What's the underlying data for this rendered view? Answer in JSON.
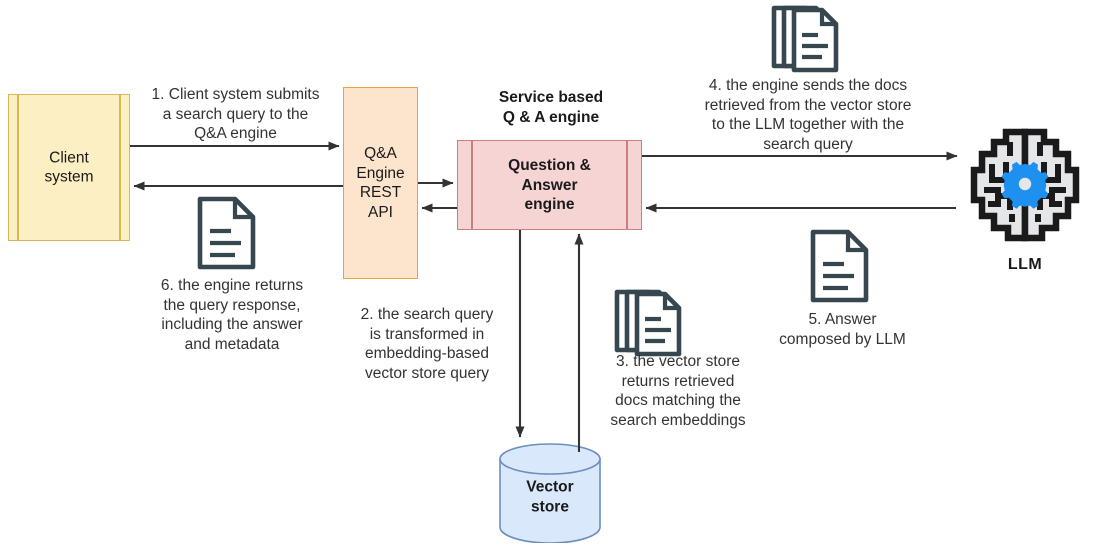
{
  "diagram": {
    "title": "Service based Q & A engine RAG flow",
    "colors": {
      "client_fill": "#fcefc4",
      "client_stroke": "#d6b656",
      "rest_fill": "#fde4cd",
      "rest_stroke": "#e8a33d",
      "engine_fill": "#f5d4d3",
      "engine_stroke": "#c9807e",
      "store_fill": "#dae8fc",
      "store_stroke": "#6c8ebf",
      "doc_stroke": "#37474f",
      "brain_fill": "#e4e6ea",
      "brain_stroke": "#1a1a1a",
      "gear_accent": "#1e90f0",
      "arrow": "#333333",
      "text": "#333333"
    },
    "nodes": {
      "client": {
        "label": "Client\nsystem",
        "shape": "component"
      },
      "rest_api": {
        "label": "Q&A\nEngine\nREST\nAPI",
        "shape": "rectangle"
      },
      "engine": {
        "label": "Question &\nAnswer\nengine",
        "shape": "component"
      },
      "engine_group_title": "Service based\nQ & A engine",
      "vector_store": {
        "label": "Vector\nstore",
        "shape": "cylinder"
      },
      "llm": {
        "label": "LLM",
        "shape": "brain-icon"
      }
    },
    "steps": [
      {
        "number": "1",
        "text": "1. Client system submits\na search query to the\nQ&A engine"
      },
      {
        "number": "2",
        "text": "2. the search query\nis transformed in\nembedding-based\nvector store query"
      },
      {
        "number": "3",
        "text": "3. the vector store\nreturns retrieved\ndocs matching the\nsearch embeddings"
      },
      {
        "number": "4",
        "text": "4. the engine sends the docs\nretrieved from the vector store\nto the LLM together with the\nsearch query"
      },
      {
        "number": "5",
        "text": "5. Answer\ncomposed by LLM"
      },
      {
        "number": "6",
        "text": "6. the engine returns\nthe query response,\nincluding the answer\nand metadata"
      }
    ],
    "icons": {
      "docs_top": "document-stack-icon",
      "docs_bottom": "document-stack-icon",
      "doc_response": "document-icon",
      "doc_answer": "document-icon",
      "brain": "brain-gear-icon"
    }
  }
}
